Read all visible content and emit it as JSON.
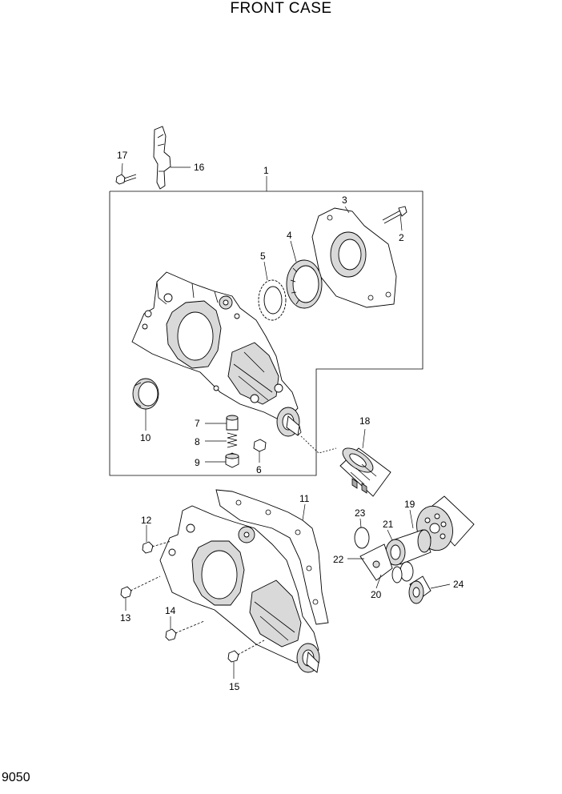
{
  "title": "FRONT CASE",
  "page_number": "9050",
  "callouts": {
    "c1": "1",
    "c2": "2",
    "c3": "3",
    "c4": "4",
    "c5": "5",
    "c6": "6",
    "c7": "7",
    "c8": "8",
    "c9": "9",
    "c10": "10",
    "c11": "11",
    "c12": "12",
    "c13": "13",
    "c14": "14",
    "c15": "15",
    "c16": "16",
    "c17": "17",
    "c18": "18",
    "c19": "19",
    "c20": "20",
    "c21": "21",
    "c22": "22",
    "c23": "23",
    "c24": "24"
  }
}
